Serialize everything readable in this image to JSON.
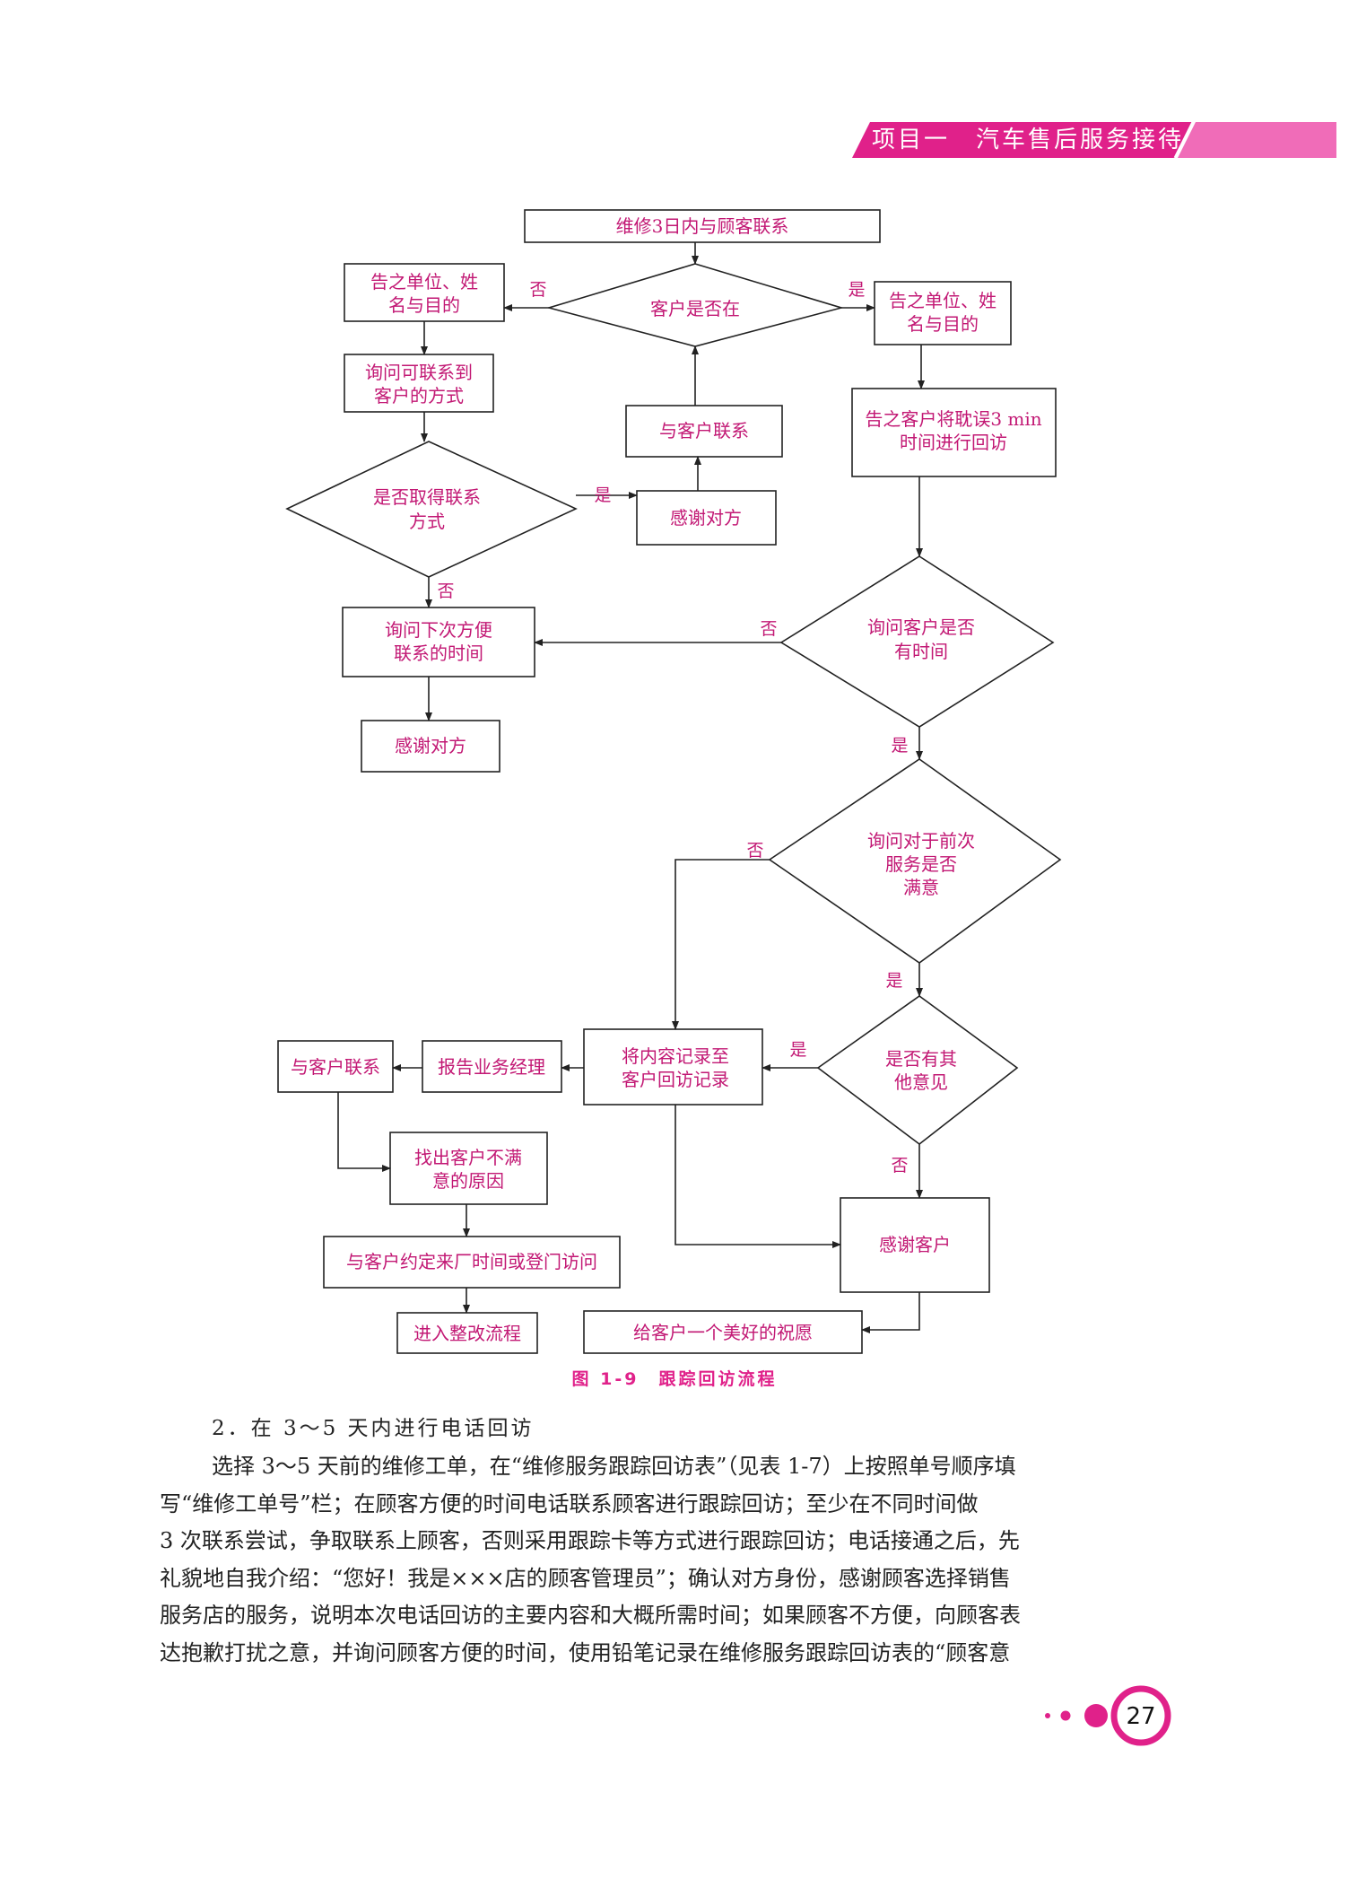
{
  "header": {
    "banner_text": "项目一　汽车售后服务接待",
    "accent_color": "#e0218a"
  },
  "flowchart": {
    "nodes": {
      "start": "维修3日内与顾客联系",
      "is_present": "客户是否在",
      "tell_unit_left_1": "告之单位、姓",
      "tell_unit_left_2": "名与目的",
      "tell_unit_right_1": "告之单位、姓",
      "tell_unit_right_2": "名与目的",
      "ask_contact_1": "询问可联系到",
      "ask_contact_2": "客户的方式",
      "contact_customer": "与客户联系",
      "got_contact_1": "是否取得联系",
      "got_contact_2": "方式",
      "thank_1": "感谢对方",
      "tell_delay_1": "告之客户将耽误3 min",
      "tell_delay_2": "时间进行回访",
      "ask_next_time_1": "询问下次方便",
      "ask_next_time_2": "联系的时间",
      "ask_has_time_1": "询问客户是否",
      "ask_has_time_2": "有时间",
      "thank_2": "感谢对方",
      "satisfied_1": "询问对于前次",
      "satisfied_2": "服务是否",
      "satisfied_3": "满意",
      "other_opinion_1": "是否有其",
      "other_opinion_2": "他意见",
      "record_1": "将内容记录至",
      "record_2": "客户回访记录",
      "report_manager": "报告业务经理",
      "contact_customer_2": "与客户联系",
      "find_reason_1": "找出客户不满",
      "find_reason_2": "意的原因",
      "appointment": "与客户约定来厂时间或登门访问",
      "rectify": "进入整改流程",
      "thank_customer": "感谢客户",
      "wish": "给客户一个美好的祝愿"
    },
    "labels": {
      "no": "否",
      "yes": "是"
    },
    "caption": "图 1-9　跟踪回访流程"
  },
  "body": {
    "section_title": "2．在 3～5 天内进行电话回访",
    "paragraph_lines": [
      "选择 3～5 天前的维修工单，在“维修服务跟踪回访表”（见表 1-7）上按照单号顺序填",
      "写“维修工单号”栏；在顾客方便的时间电话联系顾客进行跟踪回访；至少在不同时间做",
      "3 次联系尝试，争取联系上顾客，否则采用跟踪卡等方式进行跟踪回访；电话接通之后，先",
      "礼貌地自我介绍：“您好！我是×××店的顾客管理员”；确认对方身份，感谢顾客选择销售",
      "服务店的服务，说明本次电话回访的主要内容和大概所需时间；如果顾客不方便，向顾客表",
      "达抱歉打扰之意，并询问顾客方便的时间，使用铅笔记录在维修服务跟踪回访表的“顾客意"
    ]
  },
  "footer": {
    "page_number": "27"
  }
}
